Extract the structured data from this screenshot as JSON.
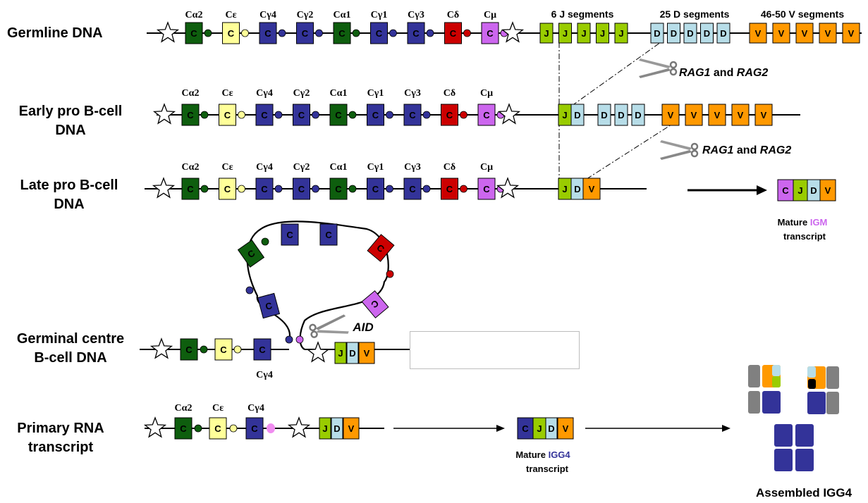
{
  "rows": {
    "germline": "Germline DNA",
    "early_line1": "Early pro B-cell",
    "early_line2": "DNA",
    "late_line1": "Late pro B-cell",
    "late_line2": "DNA",
    "gc_line1": "Germinal centre",
    "gc_line2": "B-cell DNA",
    "rna_line1": "Primary RNA",
    "rna_line2": "transcript"
  },
  "constant_labels": [
    "Cα2",
    "Cε",
    "Cγ4",
    "Cγ2",
    "Cα1",
    "Cγ1",
    "Cγ3",
    "Cδ",
    "Cμ"
  ],
  "constant_gc_label": "Cγ4",
  "constant_rna_labels": [
    "Cα2",
    "Cε",
    "Cγ4"
  ],
  "segment_headers": {
    "j": "6 J segments",
    "d": "25 D segments",
    "v": "46-50 V segments"
  },
  "segment_letters": {
    "c": "C",
    "j": "J",
    "d": "D",
    "v": "V"
  },
  "enzymes": {
    "rag1": "RAG1",
    "and": " and ",
    "rag2": "RAG2",
    "aid": "AID"
  },
  "mature_igm": {
    "prefix": "Mature ",
    "name": "IGM",
    "line2": "transcript"
  },
  "mature_igg4": {
    "prefix": "Mature ",
    "name": "IGG4",
    "line2": "transcript"
  },
  "assembled": "Assembled IGG4",
  "colors": {
    "alpha": "#0e5e0e",
    "epsilon": "#ffff99",
    "gamma": "#333399",
    "delta": "#cc0000",
    "mu": "#cc66ee",
    "j": "#99cc00",
    "d": "#b7dde8",
    "v": "#ff9900",
    "igm_text": "#cc66ee",
    "igg4_text": "#333399"
  }
}
